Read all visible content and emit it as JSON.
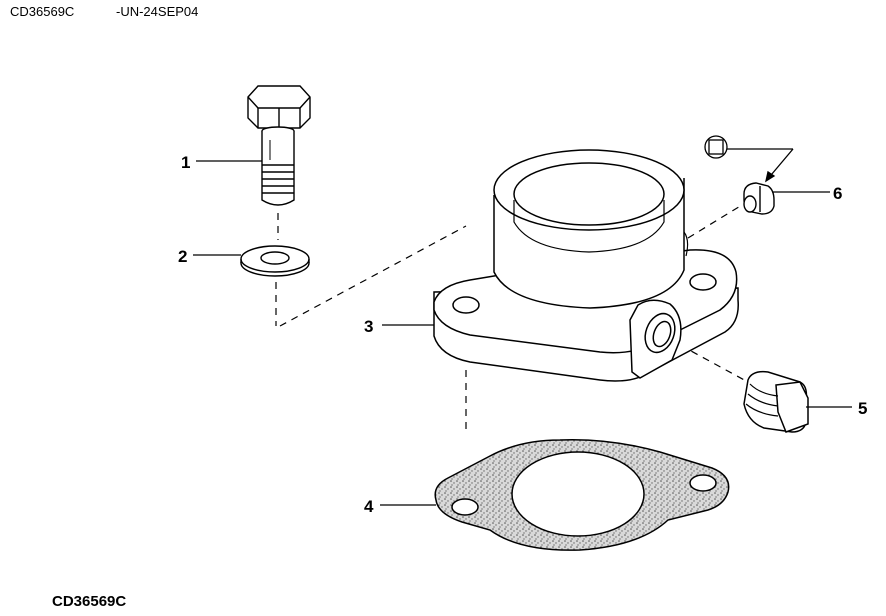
{
  "header": {
    "code": "CD36569C",
    "date_code": "-UN-24SEP04"
  },
  "footer": {
    "code": "CD36569C"
  },
  "callouts": [
    {
      "num": "1",
      "part": "cap-screw-icon"
    },
    {
      "num": "2",
      "part": "washer-icon"
    },
    {
      "num": "3",
      "part": "thermostat-housing-icon"
    },
    {
      "num": "4",
      "part": "gasket-icon"
    },
    {
      "num": "5",
      "part": "plug-icon"
    },
    {
      "num": "6",
      "part": "small-plug-icon"
    }
  ],
  "sealant_symbol": "sealant-symbol-icon"
}
